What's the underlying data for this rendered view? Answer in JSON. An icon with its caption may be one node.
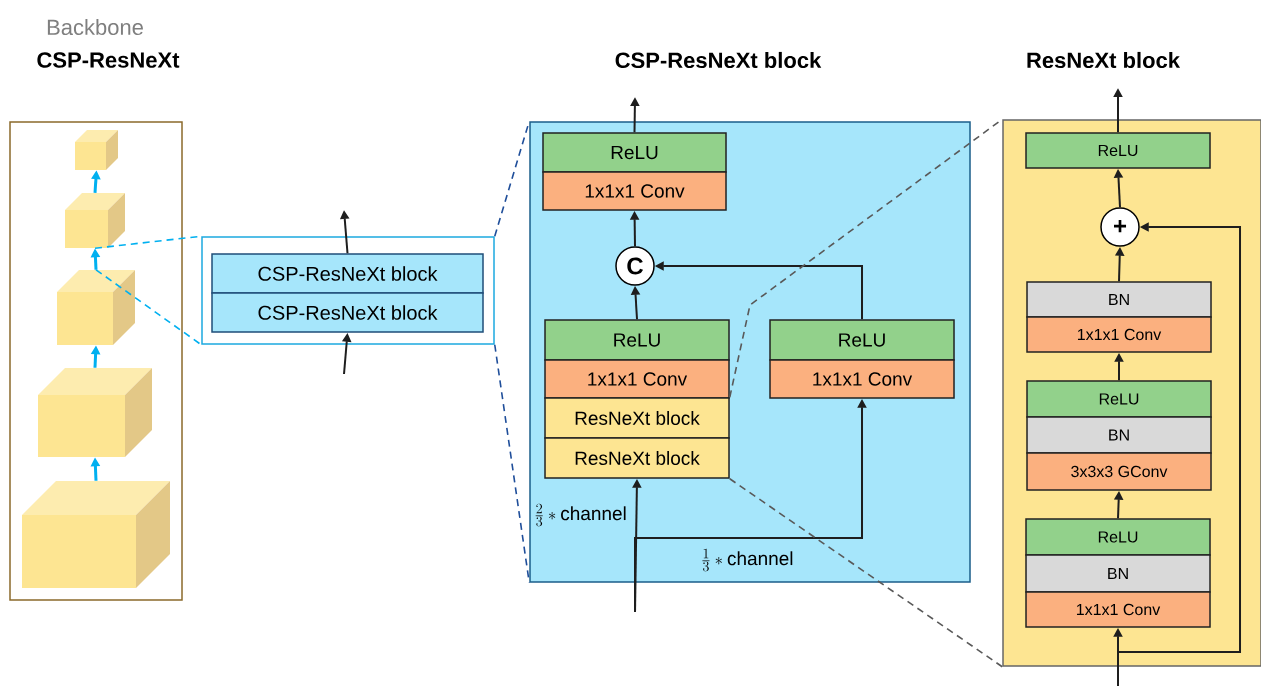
{
  "diagram": {
    "nodes": [
      {
        "text": [
          "Backbone",
          "CSP-ResNeXt"
        ]
      },
      {
        "text": [],
        "shape": "cube",
        "in": 0
      },
      {
        "text": [],
        "shape": "cube",
        "in": 0
      },
      {
        "text": [],
        "shape": "cube",
        "in": 0
      },
      {
        "text": [],
        "shape": "cube",
        "in": 0
      },
      {
        "text": [],
        "shape": "cube",
        "in": 0
      },
      {
        "text": [],
        "shape": "box"
      },
      {
        "text": [
          "CSP-ResNeXt block"
        ],
        "in": 6
      },
      {
        "text": [
          "CSP-ResNeXt block"
        ],
        "in": 6
      },
      {
        "text": [
          "CSP-ResNeXt block"
        ]
      },
      {
        "text": [
          "ReLU"
        ],
        "in": 9
      },
      {
        "text": [
          "1x1x1 Conv"
        ],
        "in": 9
      },
      {
        "text": [
          "C"
        ],
        "in": 9
      },
      {
        "text": [
          "ReLU"
        ],
        "in": 9
      },
      {
        "text": [
          "1x1x1 Conv"
        ],
        "in": 9
      },
      {
        "text": [
          "ResNeXt block"
        ],
        "in": 9
      },
      {
        "text": [
          "ResNeXt block"
        ],
        "in": 9
      },
      {
        "text": [
          "ReLU"
        ],
        "in": 9
      },
      {
        "text": [
          "1x1x1 Conv"
        ],
        "in": 9
      },
      {
        "text": [
          "ResNeXt block"
        ]
      },
      {
        "text": [
          "ReLU"
        ],
        "in": 19
      },
      {
        "text": [
          "+"
        ],
        "in": 19
      },
      {
        "text": [
          "BN"
        ],
        "in": 19
      },
      {
        "text": [
          "1x1x1 Conv"
        ],
        "in": 19
      },
      {
        "text": [
          "ReLU"
        ],
        "in": 19
      },
      {
        "text": [
          "BN"
        ],
        "in": 19
      },
      {
        "text": [
          "3x3x3 GConv"
        ],
        "in": 19
      },
      {
        "text": [
          "ReLU"
        ],
        "in": 19
      },
      {
        "text": [
          "BN"
        ],
        "in": 19
      },
      {
        "text": [
          "1x1x1 Conv"
        ],
        "in": 19
      }
    ],
    "edges": [
      {
        "from": 5,
        "to": 4,
        "arrow": "to",
        "color": "#00b0f0"
      },
      {
        "from": 4,
        "to": 3,
        "arrow": "to",
        "color": "#00b0f0"
      },
      {
        "from": 3,
        "to": 2,
        "arrow": "to",
        "color": "#00b0f0"
      },
      {
        "from": 2,
        "to": 1,
        "arrow": "to",
        "color": "#00b0f0"
      },
      {
        "from": 2,
        "to": 6,
        "arrow": "none",
        "style": "dashed",
        "color": "#00b0f0"
      },
      {
        "from": 3,
        "to": 6,
        "arrow": "none",
        "style": "dashed",
        "color": "#00b0f0"
      },
      {
        "from": 6,
        "to": 9,
        "arrow": "none",
        "style": "dashed",
        "color": "#1f4e9a"
      },
      {
        "from": 6,
        "to": 9,
        "arrow": "none",
        "style": "dashed",
        "color": "#1f4e9a"
      },
      {
        "from": null,
        "to": 8,
        "arrow": "to"
      },
      {
        "from": 7,
        "to": null,
        "arrow": "to"
      },
      {
        "from": 10,
        "to": null,
        "arrow": "to"
      },
      {
        "from": 12,
        "to": 11,
        "arrow": "to"
      },
      {
        "from": 13,
        "to": 12,
        "arrow": "to"
      },
      {
        "from": 17,
        "to": 12,
        "arrow": "to"
      },
      {
        "from": null,
        "to": 16,
        "arrow": "to",
        "label": "\\frac{2}{3}\\ast\\text{channel}"
      },
      {
        "from": null,
        "to": 18,
        "arrow": "to",
        "label": "\\frac{1}{3}\\ast\\text{channel}"
      },
      {
        "from": 15,
        "to": 19,
        "arrow": "none",
        "style": "dashed",
        "color": "#595959"
      },
      {
        "from": 16,
        "to": 19,
        "arrow": "none",
        "style": "dashed",
        "color": "#595959"
      },
      {
        "from": 20,
        "to": null,
        "arrow": "to"
      },
      {
        "from": 21,
        "to": 20,
        "arrow": "to"
      },
      {
        "from": 22,
        "to": 21,
        "arrow": "to"
      },
      {
        "from": 24,
        "to": 23,
        "arrow": "to"
      },
      {
        "from": 27,
        "to": 26,
        "arrow": "to"
      },
      {
        "from": null,
        "to": 29,
        "arrow": "to"
      },
      {
        "from": null,
        "to": 21,
        "arrow": "to"
      }
    ]
  }
}
